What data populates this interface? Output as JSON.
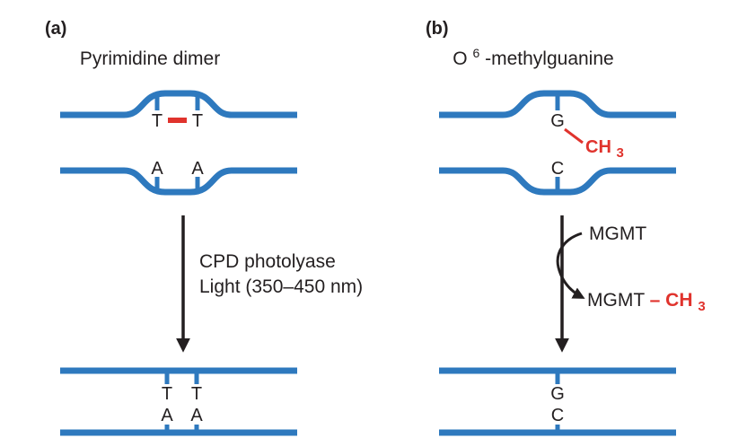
{
  "colors": {
    "strand_blue": "#2E79BE",
    "accent_red": "#E0332D",
    "ink": "#231F20"
  },
  "panel_a": {
    "label": "(a)",
    "title": "Pyrimidine dimer",
    "damaged": {
      "top_base_1": "T",
      "top_base_2": "T",
      "bottom_base_1": "A",
      "bottom_base_2": "A"
    },
    "reaction": {
      "line1": "CPD photolyase",
      "line2": "Light (350–450 nm)"
    },
    "repaired": {
      "pair1_top": "T",
      "pair1_bottom": "A",
      "pair2_top": "T",
      "pair2_bottom": "A"
    }
  },
  "panel_b": {
    "label": "(b)",
    "title": {
      "base": "O",
      "sup": "6",
      "rest": "-methylguanine"
    },
    "damaged": {
      "top_base": "G",
      "methyl": {
        "prefix": "CH",
        "sub": "3"
      },
      "bottom_base": "C"
    },
    "reaction": {
      "enzyme_in": "MGMT",
      "product_enzyme": "MGMT",
      "product_dash": "–",
      "product_methyl": {
        "prefix": "CH",
        "sub": "3"
      }
    },
    "repaired": {
      "top_base": "G",
      "bottom_base": "C"
    }
  }
}
